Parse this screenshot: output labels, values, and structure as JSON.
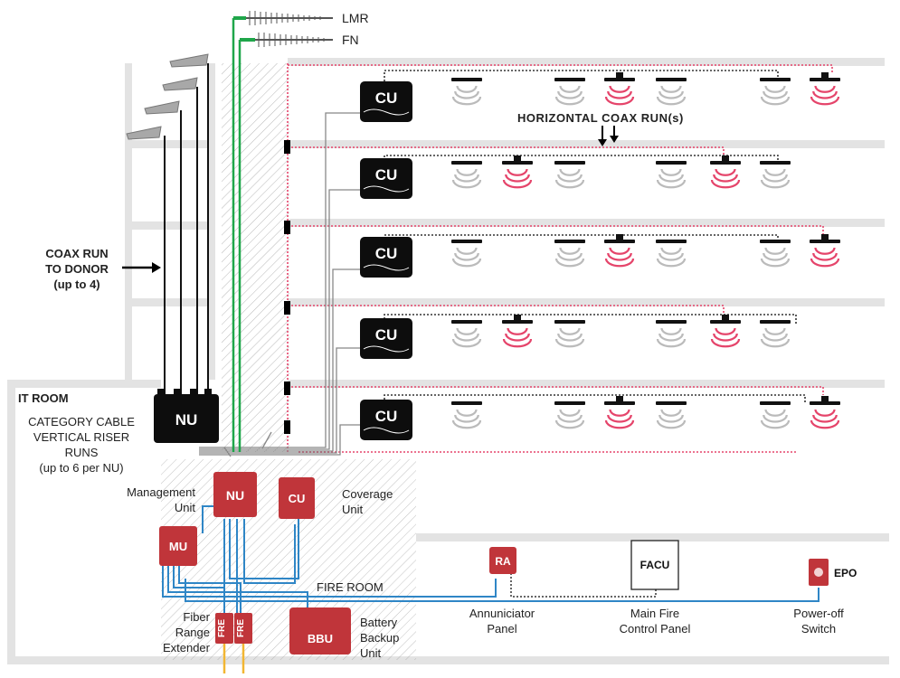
{
  "antennas": {
    "lmr": "LMR",
    "fn": "FN"
  },
  "labels": {
    "horizontal_coax": "HORIZONTAL COAX RUN(s)",
    "coax_to_donor": [
      "COAX RUN",
      "TO DONOR",
      "(up to 4)"
    ],
    "it_room": "IT ROOM",
    "category_cable": [
      "CATEGORY CABLE",
      "VERTICAL RISER",
      "RUNS",
      "(up to 6 per NU)"
    ],
    "management_unit": [
      "Management",
      "Unit"
    ],
    "coverage_unit": [
      "Coverage",
      "Unit"
    ],
    "fire_room": "FIRE ROOM",
    "fiber_range_extender": [
      "Fiber",
      "Range",
      "Extender"
    ],
    "battery_backup_unit": [
      "Battery",
      "Backup",
      "Unit"
    ],
    "annunciator_panel": [
      "Annuniciator",
      "Panel"
    ],
    "main_fire_control_panel": [
      "Main Fire",
      "Control Panel"
    ],
    "power_off_switch": [
      "Power-off",
      "Switch"
    ]
  },
  "devices": {
    "nu": "NU",
    "cu": "CU",
    "mu": "MU",
    "fre": "FRE",
    "bbu": "BBU",
    "ra": "RA",
    "facu": "FACU",
    "epo": "EPO"
  },
  "colors": {
    "device_red": "#c0353a",
    "fiber_blue": "#2f86c6",
    "coax_green": "#1fa64a",
    "link_yellow": "#f2b632",
    "alarm_pink": "#e5456b",
    "floor_gray": "#e3e3e3"
  }
}
